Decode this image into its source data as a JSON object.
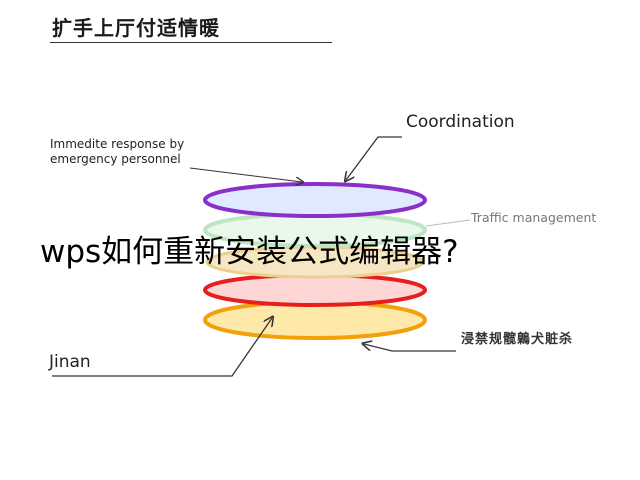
{
  "title": "扩手上厅付适情暖",
  "overlay_text": "wps如何重新安装公式编辑器?",
  "labels": {
    "coordination": "Coordination",
    "immediate_line1": "Immedite response by",
    "immediate_line2": "emergency personnel",
    "traffic_management": "Traffic management",
    "jinan": "Jinan",
    "bottom_right": "浸禁规髋鷍犬賍杀"
  },
  "layers": [
    {
      "name": "top-layer",
      "fill": "#dfe9ff",
      "stroke": "#8a2fc9"
    },
    {
      "name": "second-layer",
      "fill": "#e6f7e9",
      "stroke": "#b9e3bd"
    },
    {
      "name": "third-layer",
      "fill": "#f3e0b8",
      "stroke": "#e7c37a"
    },
    {
      "name": "red-layer",
      "fill": "#ffd6d6",
      "stroke": "#e81e1e"
    },
    {
      "name": "bottom-layer",
      "fill": "#ffe9a8",
      "stroke": "#f2a10c"
    }
  ]
}
